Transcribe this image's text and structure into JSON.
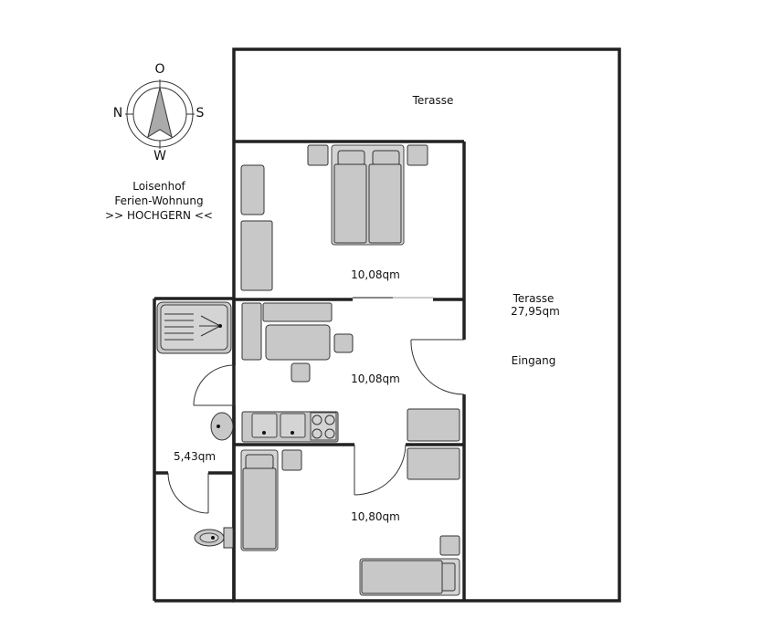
{
  "compass": {
    "top": "O",
    "left": "N",
    "right": "S",
    "bottom": "W"
  },
  "title": {
    "line1": "Loisenhof",
    "line2": "Ferien-Wohnung",
    "line3": ">> HOCHGERN <<"
  },
  "rooms": {
    "terrace_top": "Terasse",
    "terrace_right_name": "Terasse",
    "terrace_right_area": "27,95qm",
    "entrance": "Eingang",
    "bedroom1_area": "10,08qm",
    "kitchen_area": "10,08qm",
    "bath_area": "5,43qm",
    "bedroom2_area": "10,80qm"
  },
  "colors": {
    "wall": "#222222",
    "furniture": "#c8c8c8"
  }
}
